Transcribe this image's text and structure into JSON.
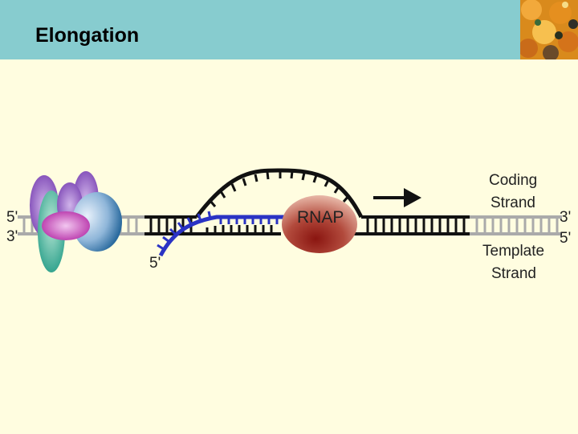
{
  "slide": {
    "title": "Elongation"
  },
  "diagram": {
    "polymerase_label": "RNAP",
    "coding_strand_label": [
      "Coding",
      "Strand"
    ],
    "template_strand_label": [
      "Template",
      "Strand"
    ],
    "left_top_end": "5'",
    "left_bottom_end": "3'",
    "right_top_end": "3'",
    "right_bottom_end": "5'",
    "rna_end": "5'",
    "direction": "arrow-right-icon"
  },
  "colors": {
    "header": "#87cccf",
    "background": "#fffde0",
    "dna": "#111111",
    "dna_outer": "#aaaaaa",
    "rna": "#2a33c4",
    "rnap": "#a8362e"
  }
}
